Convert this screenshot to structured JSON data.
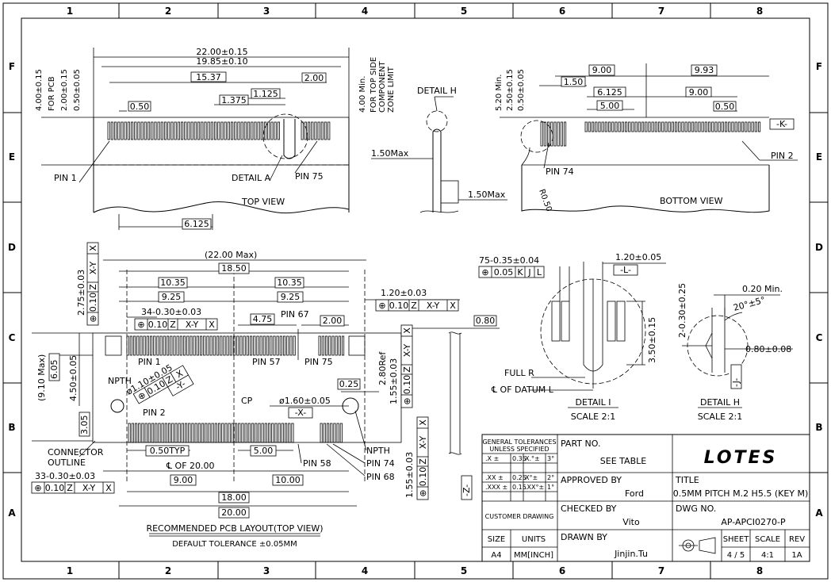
{
  "border": {
    "cols": [
      "1",
      "2",
      "3",
      "4",
      "5",
      "6",
      "7",
      "8"
    ],
    "rows": [
      "F",
      "E",
      "D",
      "C",
      "B",
      "A"
    ]
  },
  "top_view": {
    "title": "TOP VIEW",
    "dims": {
      "total_w": "22.00±0.15",
      "w2": "19.85±0.10",
      "w3": "15.37",
      "key": "2.00",
      "w_1375": "1.375",
      "w_1125": "1.125",
      "pitch": "0.50",
      "bottom": "6.125"
    },
    "left_labels": [
      "4.00±0.15",
      "FOR PCB",
      "2.00±0.15",
      "0.50±0.05"
    ],
    "right_labels": [
      "4.00 Min.",
      "FOR TOP SIDE",
      "COMPONENT",
      "ZONE LIMIT"
    ],
    "pin1": "PIN 1",
    "pin75": "PIN 75",
    "detail_a": "DETAIL A"
  },
  "side_view": {
    "detail_h": "DETAIL H",
    "max1": "1.50Max",
    "max2": "1.50Max"
  },
  "bottom_view": {
    "title": "BOTTOM VIEW",
    "left_labels": [
      "5.20 Min.",
      "2.50±0.15",
      "0.50±0.05"
    ],
    "dims": {
      "d900a": "9.00",
      "d993": "9.93",
      "d150": "1.50",
      "d6125": "6.125",
      "d900b": "9.00",
      "d500": "5.00",
      "d050": "0.50"
    },
    "pin74": "PIN 74",
    "pin2": "PIN 2",
    "k": "-K-",
    "r": "R0.50"
  },
  "pcb_layout": {
    "title": "RECOMMENDED PCB LAYOUT(TOP VIEW)",
    "tolerance": "DEFAULT TOLERANCE ±0.05MM",
    "dims": {
      "max22": "(22.00 Max)",
      "d1850": "18.50",
      "d1035a": "10.35",
      "d1035b": "10.35",
      "d925a": "9.25",
      "d925b": "9.25",
      "d475": "4.75",
      "d200": "2.00",
      "pad34": "34-0.30±0.03",
      "d120": "1.20±0.03",
      "d080": "0.80",
      "d025": "0.25",
      "d280": "2.80Ref",
      "hole": "ø1.10±0.05",
      "np160": "ø1.60±0.05",
      "d305": "3.05",
      "d605": "6.05",
      "d450": "4.50±0.05",
      "d910": "(9.10 Max)",
      "d275": "2.75±0.03",
      "d155a": "1.55±0.03",
      "d155b": "1.55±0.03",
      "d050typ": "0.50TYP",
      "cl": "℄ OF 20.00",
      "d500": "5.00",
      "d900": "9.00",
      "d1000": "10.00",
      "d1800": "18.00",
      "d2000": "20.00",
      "pad33": "33-0.30±0.03"
    },
    "fcf": {
      "sym": "⊕",
      "tol": "0.10",
      "datums": [
        "Z",
        "X-Y",
        "X"
      ]
    },
    "labels": {
      "pin1": "PIN 1",
      "pin57": "PIN 57",
      "pin67": "PIN 67",
      "pin75": "PIN 75",
      "pin2": "PIN 2",
      "pin58": "PIN 58",
      "pin68": "PIN 68",
      "pin74": "PIN 74",
      "npth1": "NPTH",
      "npth2": "NPTH",
      "cp": "CP",
      "x": "-X-",
      "y": "-Y-",
      "z": "-Z-",
      "outline1": "CONNECTOR",
      "outline2": "OUTLINE"
    }
  },
  "detail_i": {
    "dim_top": "75-0.35±0.04",
    "fcf_tol": "0.05",
    "fcf_datums": [
      "K",
      "J",
      "L"
    ],
    "d120": "1.20±0.05",
    "l": "-L-",
    "d350": "3.50±0.15",
    "full_r": "FULL R",
    "datum_l": "℄ OF DATUM L",
    "title": "DETAIL I",
    "scale": "SCALE 2:1"
  },
  "detail_h": {
    "d2": "2-0.30±0.25",
    "d020": "0.20 Min.",
    "angle": "20°±5°",
    "d080": "0.80±0.08",
    "j": "-J-",
    "title": "DETAIL H",
    "scale": "SCALE 2:1"
  },
  "title_block": {
    "gen_tol_1": "GENERAL TOLERANCES",
    "gen_tol_2": "UNLESS SPECIFIED",
    "tol_rows": [
      {
        "a": ".X ±",
        "b": "0.35",
        "c": "X.°±",
        "d": "3°"
      },
      {
        "a": ".XX ±",
        "b": "0.25",
        "c": "X°±",
        "d": "2°"
      },
      {
        "a": ".XXX ±",
        "b": "0.15",
        "c": ".XX°±",
        "d": "1°"
      }
    ],
    "customer_drawing": "CUSTOMER DRAWING",
    "size_h": "SIZE",
    "size_v": "A4",
    "units_h": "UNITS",
    "units_v": "MM[INCH]",
    "part_no_h": "PART NO.",
    "part_no_v": "SEE TABLE",
    "approved_h": "APPROVED BY",
    "approved_v": "Ford",
    "checked_h": "CHECKED BY",
    "checked_v": "Vito",
    "drawn_h": "DRAWN BY",
    "drawn_v": "Jinjin.Tu",
    "logo": "LOTES",
    "title_h": "TITLE",
    "title_v": "0.5MM PITCH M.2 H5.5 (KEY M)",
    "dwg_h": "DWG NO.",
    "dwg_v": "AP-APCI0270-P",
    "sheet_h": "SHEET",
    "sheet_v": "4 / 5",
    "scale_h": "SCALE",
    "scale_v": "4:1",
    "rev_h": "REV",
    "rev_v": "1A"
  }
}
